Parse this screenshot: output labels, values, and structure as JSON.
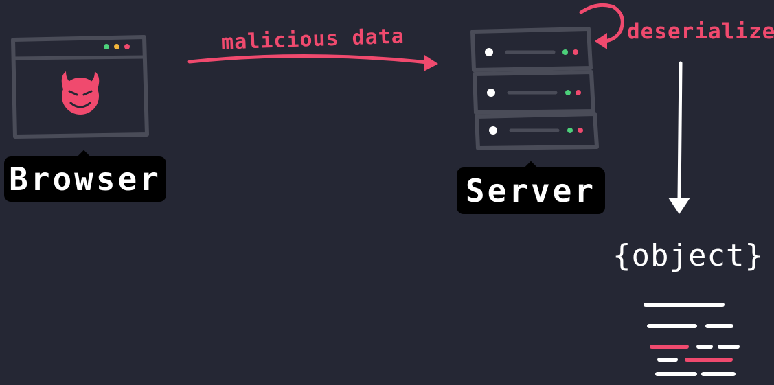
{
  "browser": {
    "label": "Browser",
    "icon": "devil-face-icon"
  },
  "server": {
    "label": "Server"
  },
  "arrows": {
    "request_label": "malicious data",
    "self_label": "deserialized"
  },
  "result": {
    "label": "{object}"
  },
  "colors": {
    "background": "#252734",
    "accent": "#f04a6e",
    "outline": "#4a4c58",
    "dot_green": "#4cd07a",
    "dot_yellow": "#f1b43b",
    "dot_red": "#f04a6e"
  }
}
